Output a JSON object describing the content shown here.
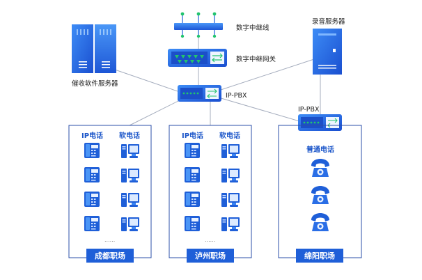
{
  "labels": {
    "digital_trunk": "数字中继线",
    "digital_gateway": "数字中继网关",
    "recording_server": "录音服务器",
    "collection_server": "催收软件服务器",
    "ip_pbx_center": "IP-PBX",
    "ip_pbx_mianyang": "IP-PBX"
  },
  "sites": [
    {
      "name": "成都职场",
      "col1_header": "IP电话",
      "col2_header": "软电话",
      "ellipsis": "......"
    },
    {
      "name": "泸州职场",
      "col1_header": "IP电话",
      "col2_header": "软电话",
      "ellipsis": "......"
    },
    {
      "name": "绵阳职场",
      "col1_header": "普通电话"
    }
  ],
  "icons": {
    "server": "server-icon",
    "gateway": "gateway-icon",
    "pbx": "pbx-icon",
    "ip_phone": "ip-phone-icon",
    "softphone": "softphone-computer-icon",
    "analog_phone": "analog-phone-icon"
  },
  "colors": {
    "primary_blue": "#1f63e6",
    "light_blue": "#3b8bf5",
    "green_led": "#22c46e",
    "line_gray": "#9aa3b5",
    "frame_blue": "#2b4fa8"
  }
}
